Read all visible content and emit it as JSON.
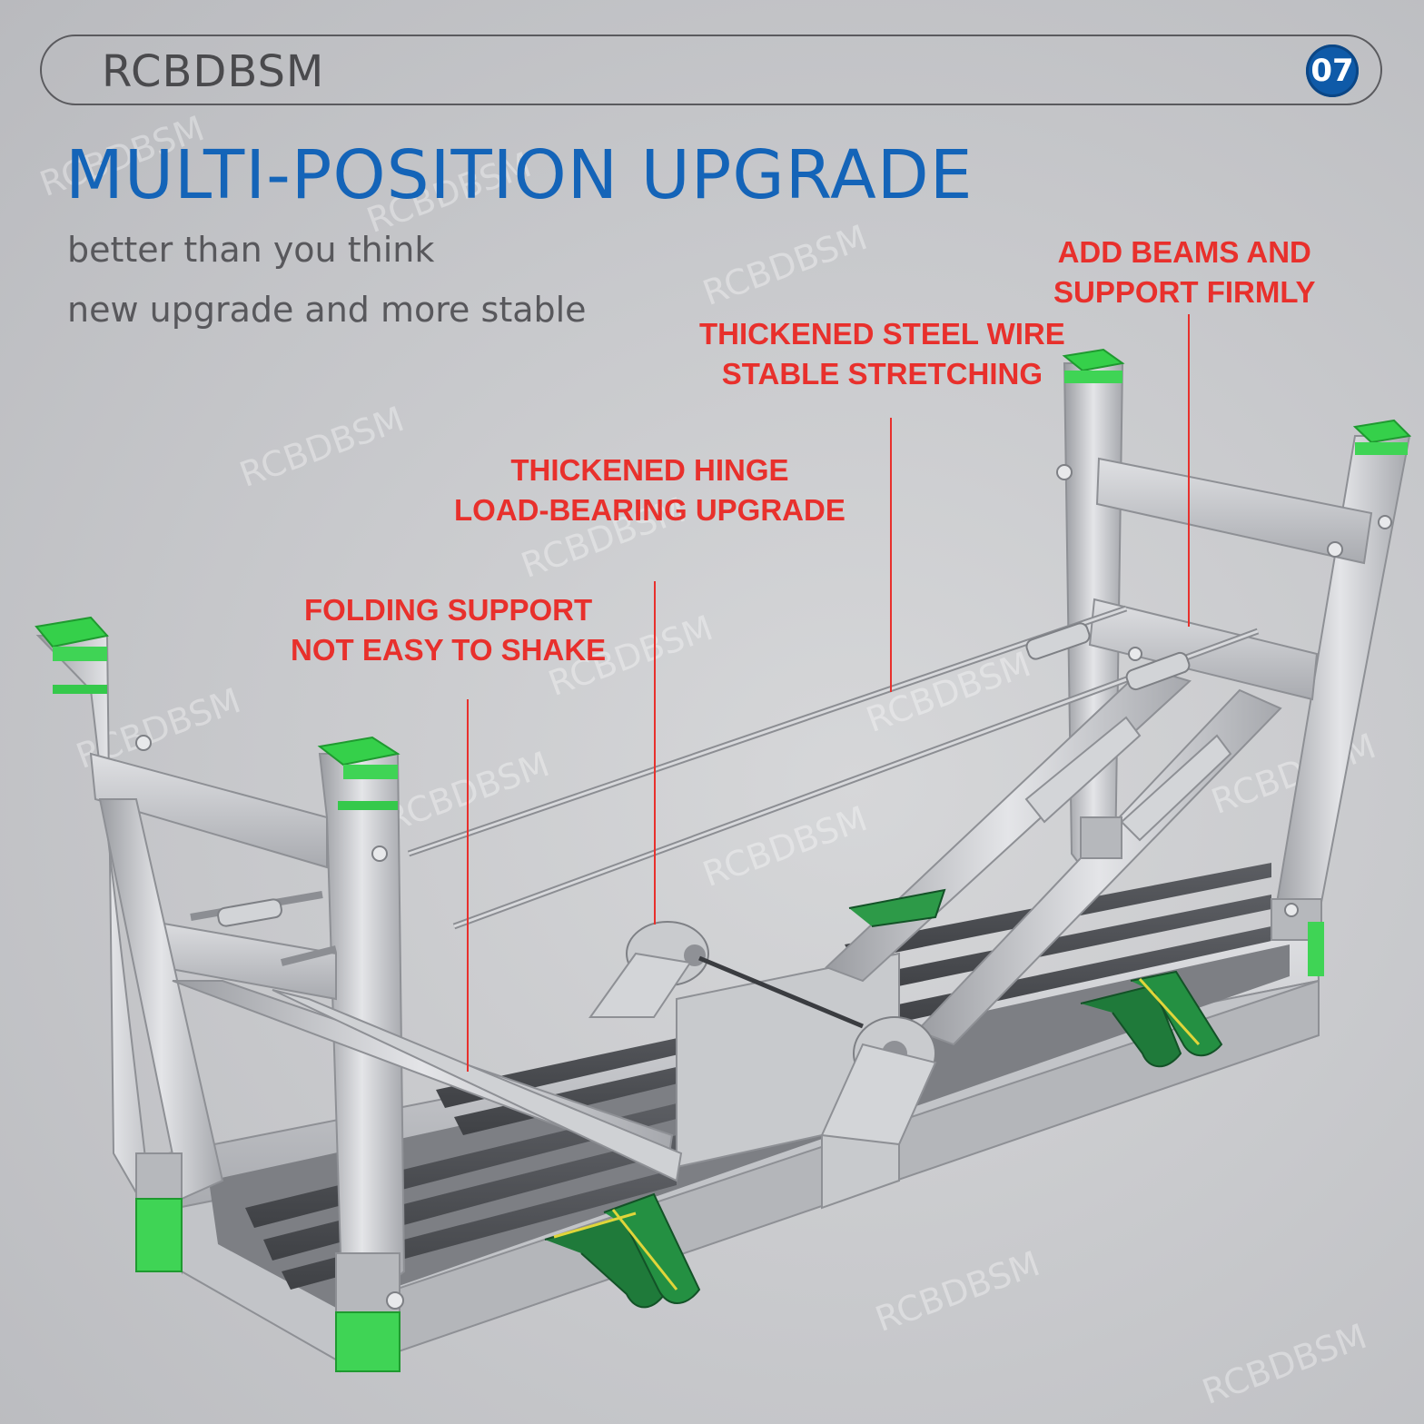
{
  "header": {
    "brand": "RCBDBSM",
    "page_number": "07"
  },
  "hero": {
    "title": "MULTI-POSITION UPGRADE",
    "subtitle_line1": "better than you think",
    "subtitle_line2": "new upgrade and more stable"
  },
  "callouts": {
    "beams": {
      "line1": "ADD BEAMS AND",
      "line2": "SUPPORT FIRMLY"
    },
    "wire": {
      "line1": "THICKENED STEEL WIRE",
      "line2": "STABLE STRETCHING"
    },
    "hinge": {
      "line1": "THICKENED HINGE",
      "line2": "LOAD-BEARING UPGRADE"
    },
    "folding": {
      "line1": "FOLDING SUPPORT",
      "line2": "NOT EASY TO SHAKE"
    }
  },
  "watermark_text": "RCBDBSM",
  "colors": {
    "accent_blue": "#1464b8",
    "callout_red": "#e8302c",
    "cap_green": "#2ecc40",
    "strap_green": "#1f7a3a"
  }
}
